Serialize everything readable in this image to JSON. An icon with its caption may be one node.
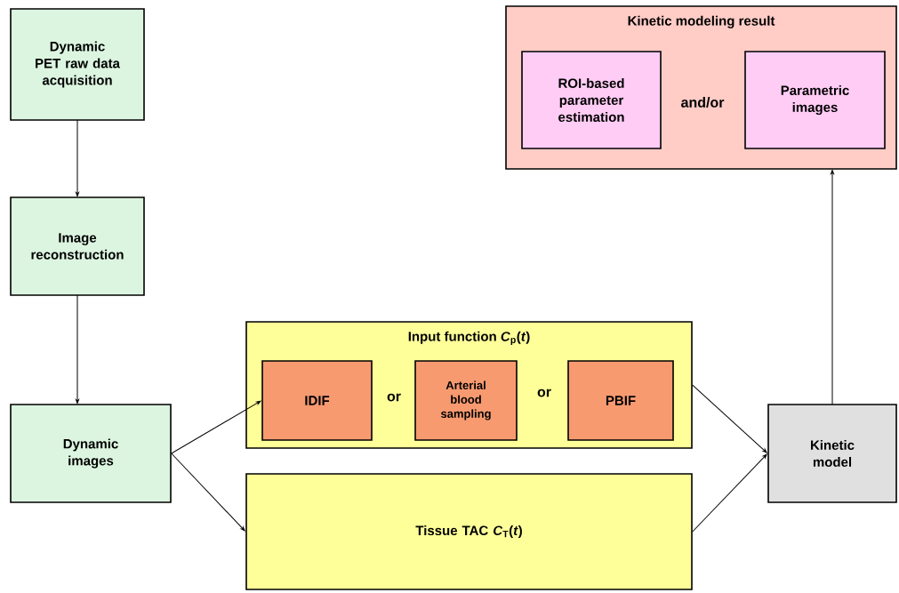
{
  "diagram": {
    "nodes": [
      {
        "text": [
          "Dynamic PET raw data acquisition"
        ]
      },
      {
        "text": [
          "Image reconstruction"
        ]
      },
      {
        "text": [
          "Dynamic images"
        ]
      },
      {
        "text": [
          "Input function *C*$_{p}$(*t*)"
        ]
      },
      {
        "text": [
          "IDIF"
        ],
        "in": 3
      },
      {
        "text": [
          "Arterial blood sampling"
        ],
        "in": 3
      },
      {
        "text": [
          "PBIF"
        ],
        "in": 3
      },
      {
        "text": [
          "Tissue TAC *C*$_{T}$(*t*)"
        ]
      },
      {
        "text": [
          "Kinetic model"
        ]
      },
      {
        "text": [
          "Kinetic modeling result"
        ]
      },
      {
        "text": [
          "ROI-based parameter estimation"
        ],
        "in": 9
      },
      {
        "text": [
          "Parametric images"
        ],
        "in": 9
      }
    ],
    "edges": [
      {
        "from": 0,
        "to": 1,
        "arrow": "to"
      },
      {
        "from": 1,
        "to": 2,
        "arrow": "to"
      },
      {
        "from": 2,
        "to": 4,
        "arrow": "to"
      },
      {
        "from": 2,
        "to": 7,
        "arrow": "to"
      },
      {
        "from": 3,
        "to": 8,
        "arrow": "to"
      },
      {
        "from": 7,
        "to": 8,
        "arrow": "to"
      },
      {
        "from": 8,
        "to": 9,
        "arrow": "to"
      }
    ],
    "labels": [
      "or",
      "or",
      "and/or"
    ]
  }
}
